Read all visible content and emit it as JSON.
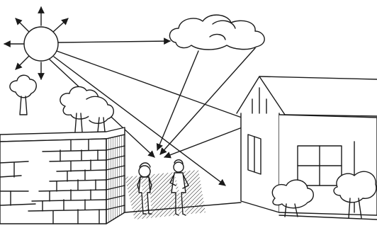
{
  "scene": {
    "elements": [
      {
        "name": "sun",
        "icon": "sun-icon"
      },
      {
        "name": "cloud",
        "icon": "cloud-icon"
      },
      {
        "name": "trees",
        "icon": "tree-icon"
      },
      {
        "name": "brick-wall",
        "icon": "wall-icon"
      },
      {
        "name": "house",
        "icon": "house-icon"
      },
      {
        "name": "people",
        "icon": "person-icon"
      },
      {
        "name": "radiation-arrows",
        "icon": "arrow-icon"
      }
    ]
  },
  "colors": {
    "ink": "#1a1a1a",
    "paper": "#ffffff"
  }
}
